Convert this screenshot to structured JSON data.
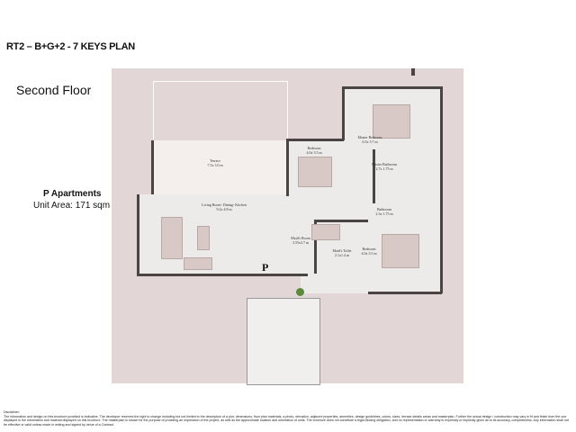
{
  "header": {
    "title": "RT2 – B+G+2 - 7 KEYS PLAN",
    "floor": "Second Floor"
  },
  "unit": {
    "name": "P Apartments",
    "area": "Unit Area: 171 sqm"
  },
  "plan": {
    "marker": "P",
    "rooms": [
      {
        "name": "Terrace",
        "size": "7.5x 3.0 m"
      },
      {
        "name": "Bedroom",
        "size": "4.0x 3.5 m"
      },
      {
        "name": "Master Bedroom",
        "size": "6.5x 3.7 m"
      },
      {
        "name": "Master Bathroom",
        "size": "2.7x 1.75 m"
      },
      {
        "name": "Bathroom",
        "size": "2.3x 1.75 m"
      },
      {
        "name": "Living Room- Dining- Kitchen",
        "size": "9.2x 4.8 m"
      },
      {
        "name": "Maid's Room",
        "size": "3.55x3.7 m"
      },
      {
        "name": "Maid's Toilet",
        "size": "2.1x1.4 m"
      },
      {
        "name": "Bedroom",
        "size": "4.0x 3.5 m"
      }
    ]
  },
  "disclaimer": {
    "heading": "Disclaimer:",
    "text": "The information and design on this brochure provided is indicative. The developer reserves the right to change including but not limited to the description of a plot, dimensions, floor plan materials, a photo, elevation, adjacent properties, amenities, design guidelines, colors, sizes, terrace details areas and masterplan. Further the actual design / construction may vary in fit and finish from the one displayed in the information and material displayed on this brochure. The masterplan is shown for the purpose of providing an impression of the project, as well as the approximate location and orientation of units. The brochure does not constitute a legal binding obligation, and no representation or warranty is expressly or impliedly given as to its accuracy, completeness. Any information shall not be effective or valid unless made in writing and signed by virtue of a Contract."
  },
  "colors": {
    "background": "#e3d6d6",
    "wall": "#4a4444",
    "floor": "#ecebe9"
  }
}
